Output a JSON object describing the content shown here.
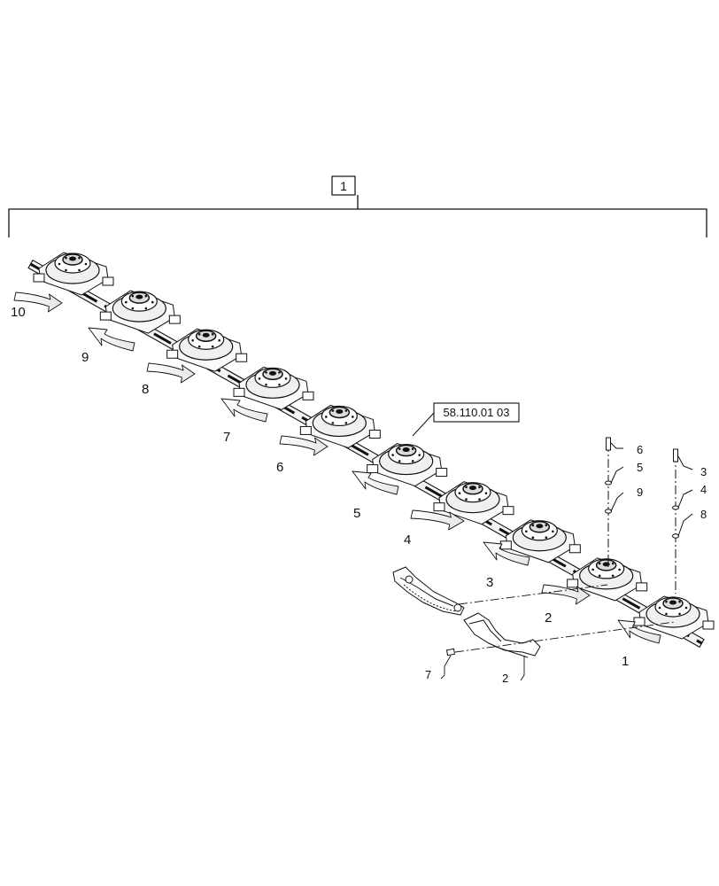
{
  "diagram": {
    "assembly_callout": "1",
    "reference_callout": "58.110.01 03",
    "rotation_labels": [
      "10",
      "9",
      "8",
      "7",
      "6",
      "5",
      "4",
      "3",
      "2",
      "1"
    ],
    "hardware_left_labels": [
      "6",
      "5",
      "9"
    ],
    "hardware_right_labels": [
      "3",
      "4",
      "8"
    ],
    "bracket_labels": [
      "7",
      "2"
    ],
    "disc_count": 10,
    "colors": {
      "line": "#111111",
      "arrow_fill": "#ffffff",
      "body_fill": "#f4f4f4"
    }
  }
}
